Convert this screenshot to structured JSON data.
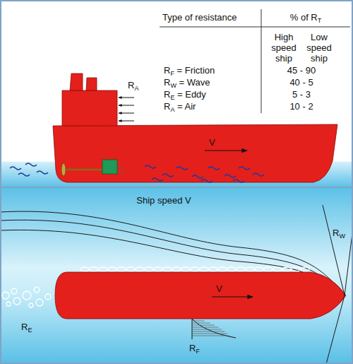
{
  "diagram": {
    "labels": [
      "Type of resistance",
      "% of RT",
      "High speed ship",
      "Low speed ship",
      "RF = Friction",
      "45 - 90",
      "RW = Wave",
      "40 - 5",
      "RE = Eddy",
      "5 - 3",
      "RA = Air",
      "10 - 2",
      "RA",
      "V",
      "Ship speed V",
      "RW",
      "RE",
      "V",
      "RF"
    ]
  }
}
